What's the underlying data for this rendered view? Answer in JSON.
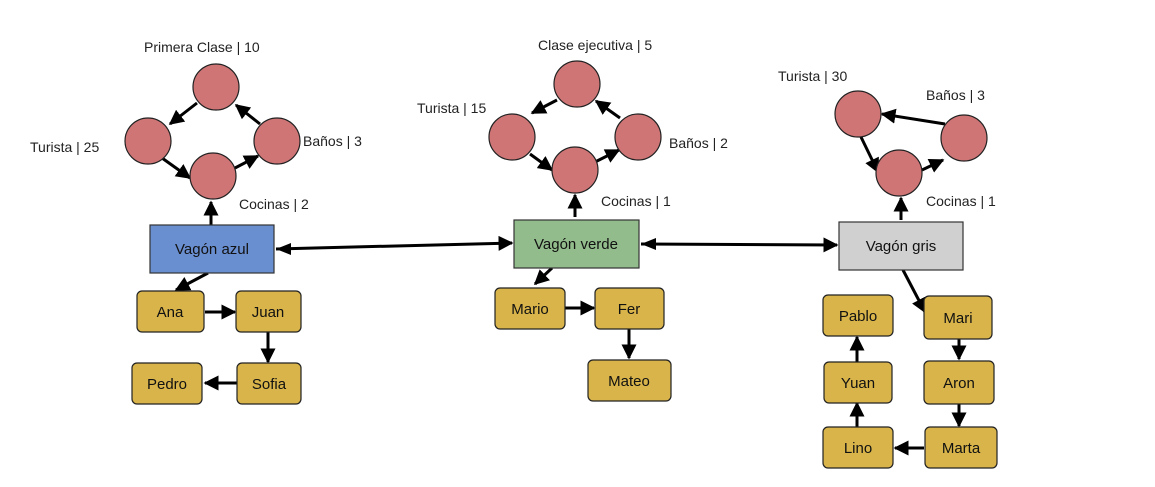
{
  "colors": {
    "circle": "#cf7576",
    "person": "#d8b44a",
    "wagon_blue": "#6a8fd1",
    "wagon_green": "#93bc8c",
    "wagon_gray": "#d0d0d0",
    "edge": "#000000"
  },
  "wagons": [
    {
      "label": "Vagón azul",
      "sections": {
        "top": "Primera Clase | 10",
        "left": "Turista | 25",
        "right": "Baños | 3",
        "bottom": "Cocinas | 2"
      },
      "passengers": [
        "Ana",
        "Juan",
        "Sofia",
        "Pedro"
      ]
    },
    {
      "label": "Vagón verde",
      "sections": {
        "top": "Clase ejecutiva | 5",
        "left": "Turista | 15",
        "right": "Baños | 2",
        "bottom": "Cocinas | 1"
      },
      "passengers": [
        "Mario",
        "Fer",
        "Mateo"
      ]
    },
    {
      "label": "Vagón gris",
      "sections": {
        "top": "Turista | 30",
        "right": "Baños | 3",
        "bottom": "Cocinas | 1"
      },
      "passengers": [
        "Mari",
        "Aron",
        "Marta",
        "Lino",
        "Yuan",
        "Pablo"
      ]
    }
  ]
}
